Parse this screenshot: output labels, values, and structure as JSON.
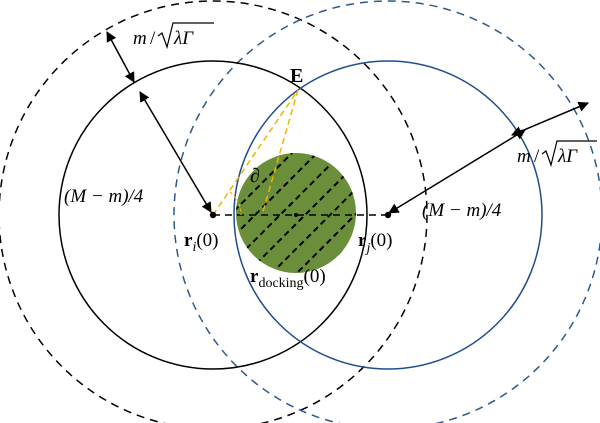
{
  "labels": {
    "point_e": "E",
    "angle_symbol": "∂",
    "width_top_m": "m",
    "width_top_slash": "/",
    "width_top_lambda": "λΓ",
    "width_right_m": "m",
    "width_right_slash": "/",
    "width_right_lambda": "λΓ",
    "radius_left": "(M − m)/4",
    "radius_right": "(M − m)/4",
    "ri_bold": "r",
    "ri_sub": "i",
    "ri_arg": "(0)",
    "rj_bold": "r",
    "rj_sub": "j",
    "rj_arg": "(0)",
    "rdock_bold": "r",
    "rdock_sub": "docking",
    "rdock_arg": "(0)"
  },
  "colors": {
    "black": "#000000",
    "blue": "#1f4e8c",
    "blue_dashed": "#2d5a8a",
    "yellow": "#f0b400",
    "green_fill": "#6b8e3a",
    "hatch": "#000000"
  }
}
